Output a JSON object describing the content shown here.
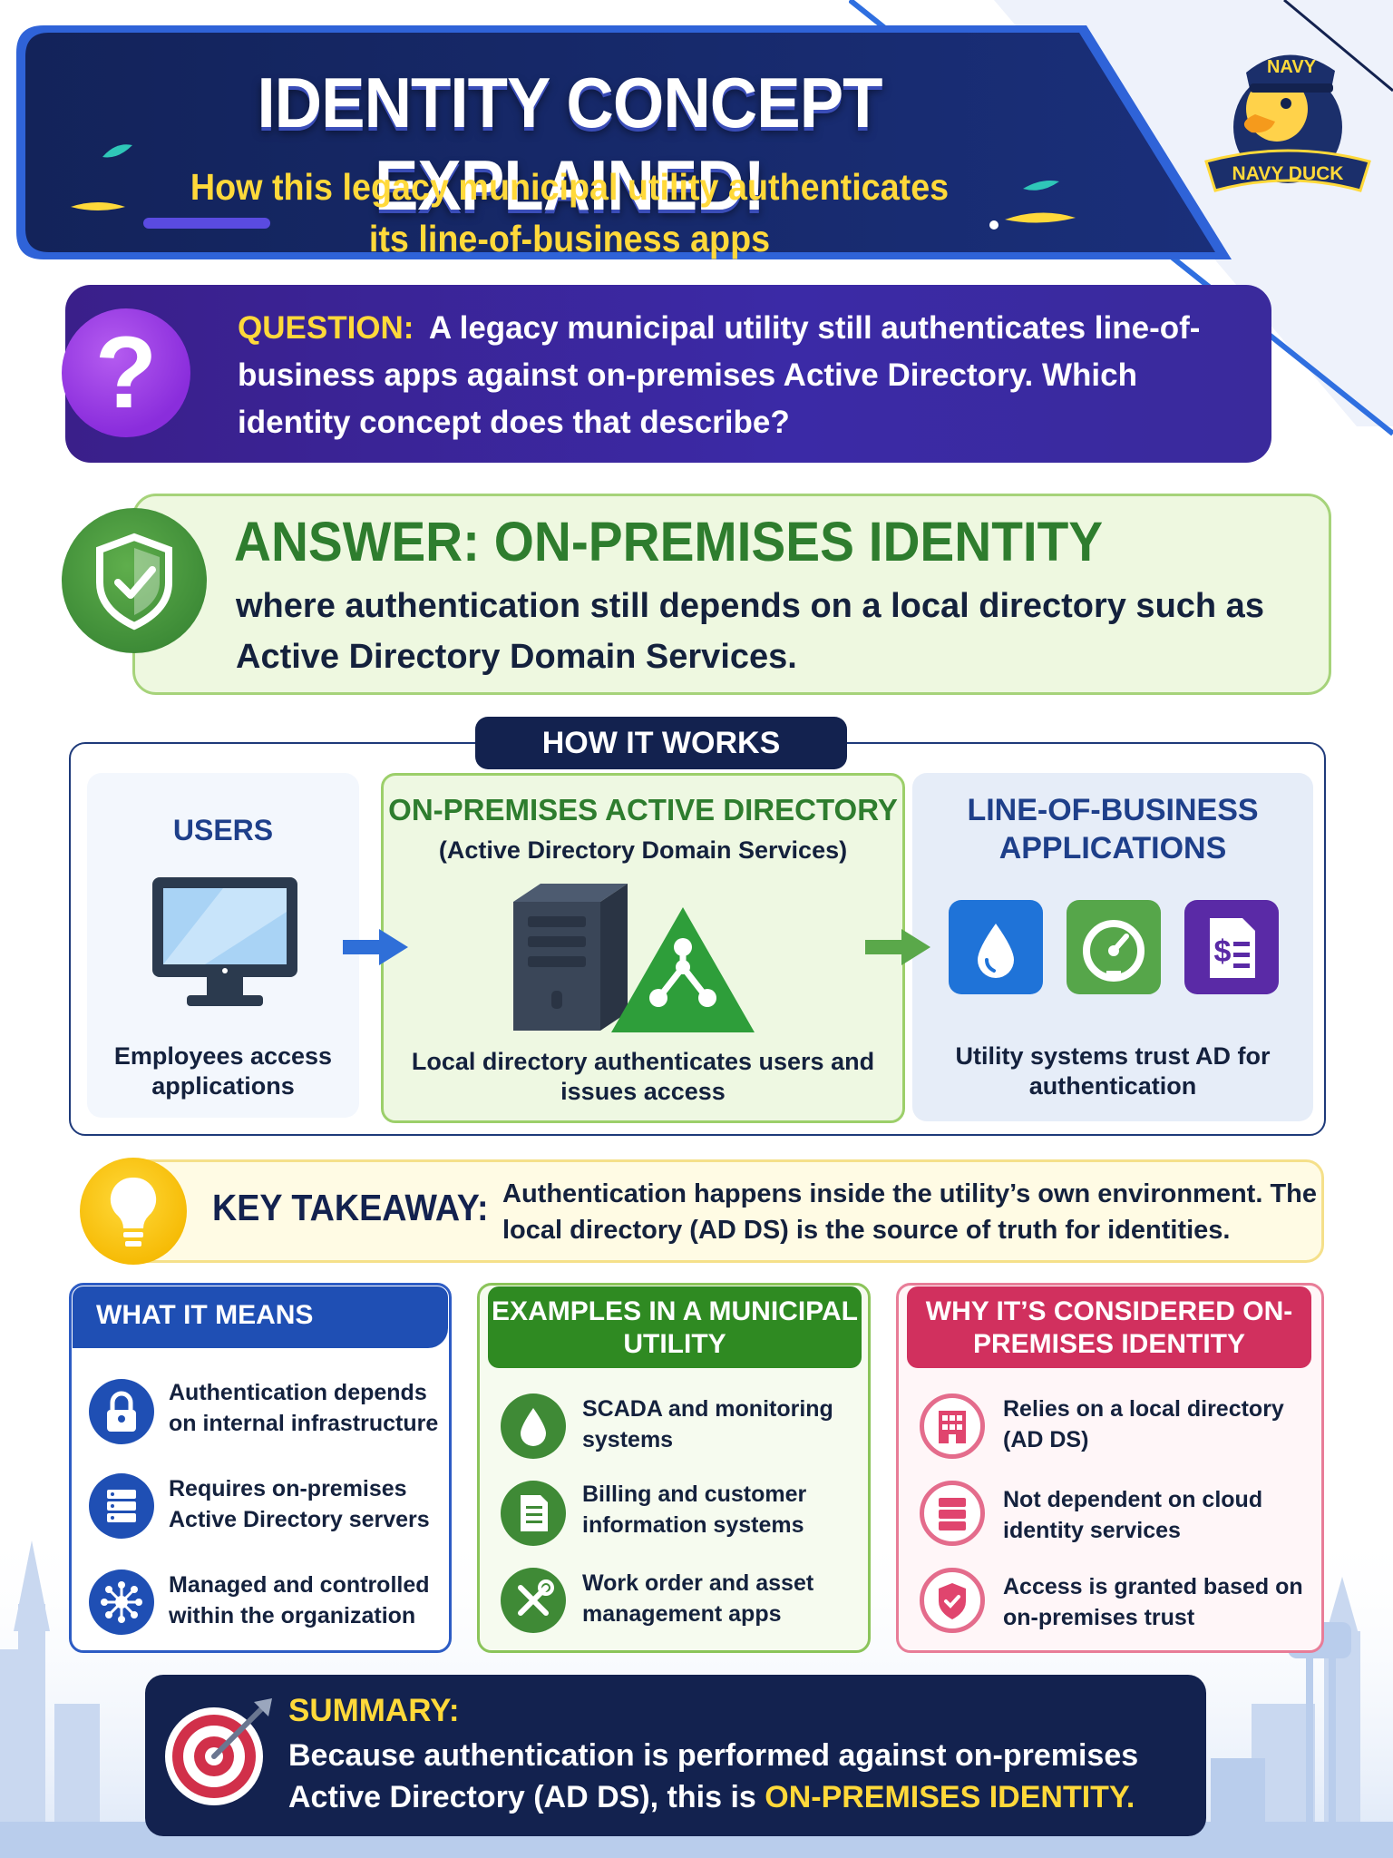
{
  "header": {
    "title": "IDENTITY CONCEPT EXPLAINED!",
    "subtitle": "How this legacy municipal utility authenticates its line-of-business apps"
  },
  "mascot": {
    "cap_text": "NAVY",
    "banner_text": "NAVY DUCK"
  },
  "question": {
    "label": "QUESTION:",
    "text": "A legacy municipal utility still authenticates line-of-business apps against on-premises Active Directory. Which identity concept does that describe?",
    "icon": "question-mark-icon"
  },
  "answer": {
    "title": "ANSWER: ON-PREMISES IDENTITY",
    "text": "where authentication still depends on a local directory such as Active Directory Domain Services.",
    "icon": "shield-check-icon"
  },
  "how_it_works": {
    "tab": "HOW IT WORKS",
    "users": {
      "heading": "USERS",
      "caption": "Employees access applications",
      "icon": "monitor-icon"
    },
    "directory": {
      "heading": "ON-PREMISES ACTIVE DIRECTORY",
      "subheading": "(Active Directory Domain Services)",
      "caption": "Local directory authenticates users and issues access",
      "icons": [
        "server-icon",
        "directory-triangle-icon"
      ]
    },
    "apps": {
      "heading": "LINE-OF-BUSINESS APPLICATIONS",
      "caption": "Utility systems trust AD for authentication",
      "icons": [
        "water-drop-icon",
        "gauge-icon",
        "billing-document-icon"
      ]
    }
  },
  "key_takeaway": {
    "label": "KEY TAKEAWAY:",
    "text": "Authentication happens inside the utility’s own environment. The local directory (AD DS) is the source of truth for identities.",
    "icon": "lightbulb-icon"
  },
  "cards": [
    {
      "heading": "WHAT IT MEANS",
      "items": [
        {
          "icon": "lock-icon",
          "text": "Authentication depends on internal infrastructure"
        },
        {
          "icon": "server-rack-icon",
          "text": "Requires on-premises Active Directory servers"
        },
        {
          "icon": "network-hub-icon",
          "text": "Managed and controlled within the organization"
        }
      ]
    },
    {
      "heading": "EXAMPLES IN A MUNICIPAL UTILITY",
      "items": [
        {
          "icon": "water-drop-icon",
          "text": "SCADA and monitoring systems"
        },
        {
          "icon": "billing-document-icon",
          "text": "Billing and customer information systems"
        },
        {
          "icon": "wrench-screwdriver-icon",
          "text": "Work order and asset management apps"
        }
      ]
    },
    {
      "heading": "WHY IT’S CONSIDERED ON-PREMISES IDENTITY",
      "items": [
        {
          "icon": "building-icon",
          "text": "Relies on a local directory (AD DS)"
        },
        {
          "icon": "server-rack-icon",
          "text": "Not dependent on cloud identity services"
        },
        {
          "icon": "shield-icon",
          "text": "Access is granted based on on-premises trust"
        }
      ]
    }
  ],
  "summary": {
    "label": "SUMMARY:",
    "text": "Because authentication is performed against on-premises Active Directory (AD DS), this is",
    "highlight": "ON-PREMISES IDENTITY.",
    "icon": "target-icon"
  },
  "colors": {
    "navy": "#13224f",
    "purple": "#3b2aa6",
    "green": "#2e7d2e",
    "blue": "#1f4fb4",
    "pink": "#d1305e",
    "yellow": "#ffd93a"
  }
}
